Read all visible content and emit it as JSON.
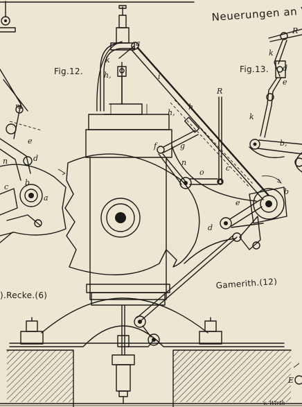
{
  "header": {
    "title": "Neuerungen an V"
  },
  "figures": {
    "fig12": "Fig.12.",
    "fig13": "Fig.13."
  },
  "credits": {
    "left": ").Recke.(6)",
    "right": "Gamerith.(12)",
    "engraver": "v. Wirth"
  },
  "labels": {
    "a": "a",
    "k": "k",
    "h1_top": "h,",
    "i": "i",
    "R": "R",
    "h": "h",
    "h1": "h,",
    "g": "g",
    "f": "f",
    "n": "n",
    "o": "o",
    "c": "c",
    "b": "b",
    "e": "e",
    "d": "d",
    "m": "m",
    "left_e": "e",
    "left_d": "d",
    "left_b": "b",
    "left_c": "c",
    "left_a": "a",
    "left_n": "n",
    "r13_R": "R",
    "r13_k": "k",
    "r13_d": "d",
    "r13_e": "e",
    "r13_k2": "k",
    "r13_b1": "b,",
    "r13_E": "E"
  }
}
